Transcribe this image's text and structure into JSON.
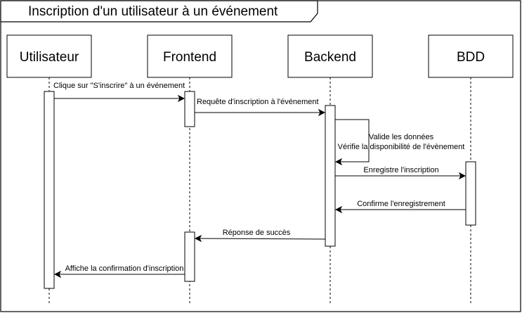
{
  "diagram": {
    "title": "Inscription d'un utilisateur à un événement",
    "participants": [
      {
        "id": "user",
        "label": "Utilisateur"
      },
      {
        "id": "frontend",
        "label": "Frontend"
      },
      {
        "id": "backend",
        "label": "Backend"
      },
      {
        "id": "bdd",
        "label": "BDD"
      }
    ],
    "messages": [
      {
        "from": "user",
        "to": "frontend",
        "label": "Clique sur \"S'inscrire\" à un événement",
        "style": "solid"
      },
      {
        "from": "frontend",
        "to": "backend",
        "label": "Requête d'inscription à l'événement",
        "style": "solid"
      },
      {
        "from": "backend",
        "to": "backend",
        "label_line1": "Valide les données",
        "label_line2": "Vérifie la disponibilité de l'évènement",
        "style": "self"
      },
      {
        "from": "backend",
        "to": "bdd",
        "label": "Enregistre l'inscription",
        "style": "solid"
      },
      {
        "from": "bdd",
        "to": "backend",
        "label": "Confirme l'enregistrement",
        "style": "solid"
      },
      {
        "from": "backend",
        "to": "frontend",
        "label": "Réponse de succès",
        "style": "solid"
      },
      {
        "from": "frontend",
        "to": "user",
        "label": "Affiche la confirmation d'inscription",
        "style": "solid"
      }
    ]
  }
}
